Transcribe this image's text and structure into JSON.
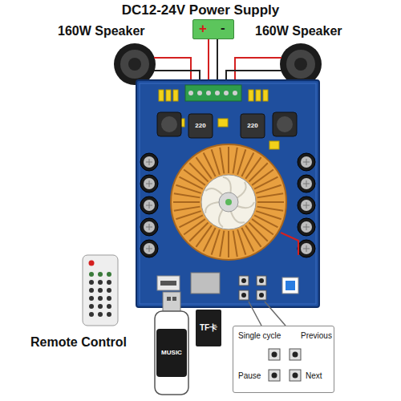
{
  "diagram": {
    "nodes": [
      {
        "text": [
          "+",
          "-"
        ]
      },
      {
        "text": [
          "MUSIC"
        ]
      },
      {
        "text": [
          "TF卡"
        ]
      },
      {
        "text": [
          "Single cycle",
          "Previous",
          "Pause",
          "Next"
        ]
      }
    ],
    "labels": [
      "DC12-24V Power Supply",
      "160W Speaker",
      "160W Speaker",
      "Remote Control",
      "220",
      "220"
    ]
  }
}
